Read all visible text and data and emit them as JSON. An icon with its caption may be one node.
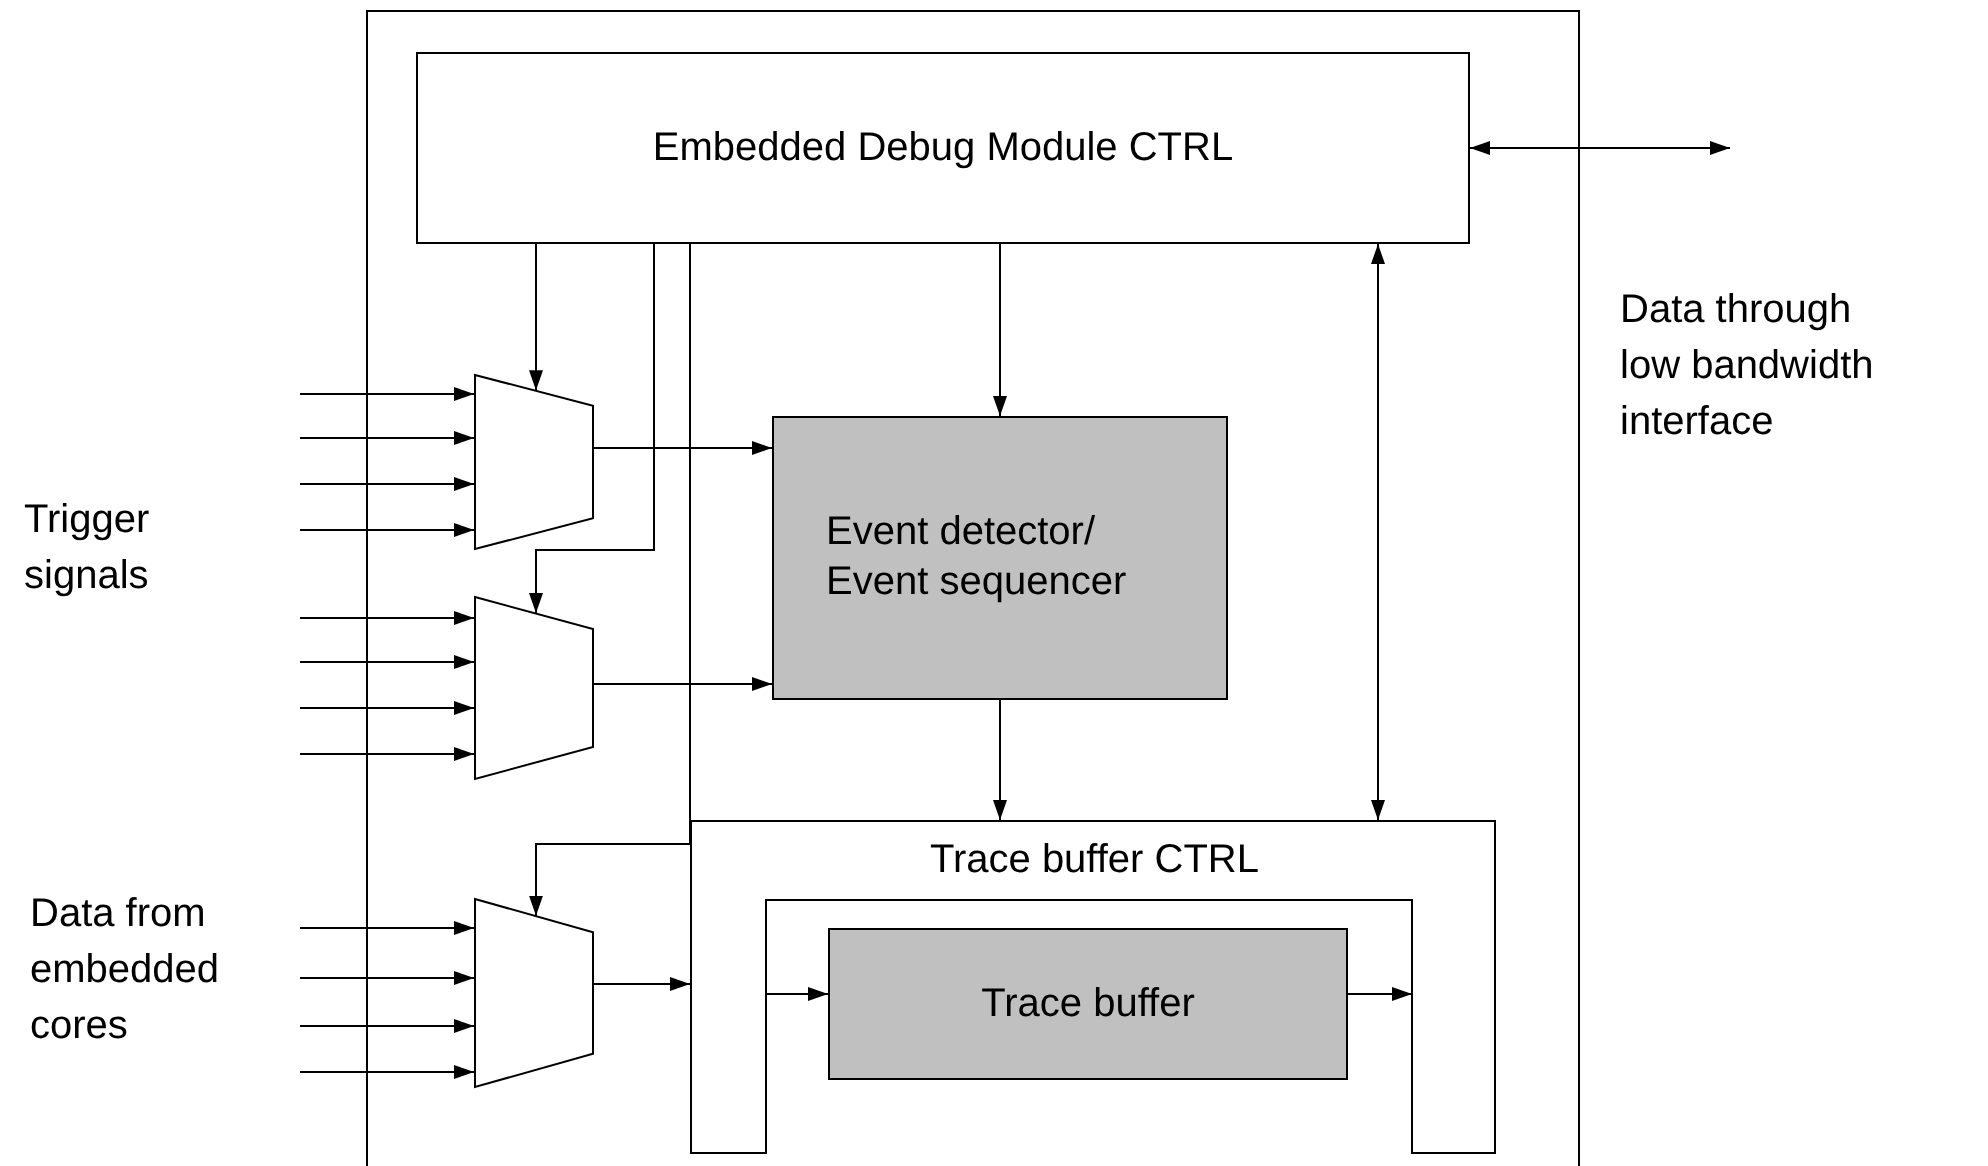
{
  "diagram": {
    "nodes": [
      {
        "text": [],
        "shape": "box"
      },
      {
        "text": [
          "Embedded Debug Module CTRL"
        ],
        "in": 0
      },
      {
        "text": [],
        "shape": "trapezoid",
        "in": 0
      },
      {
        "text": [
          "Event detector/ Event sequencer"
        ],
        "in": 0
      },
      {
        "text": [],
        "shape": "trapezoid",
        "in": 0
      },
      {
        "text": [],
        "shape": "trapezoid",
        "in": 0
      },
      {
        "text": [
          "Trace buffer CTRL"
        ],
        "in": 0
      },
      {
        "text": [
          "Trace buffer"
        ],
        "in": 6
      }
    ],
    "edges": [
      {
        "from": 1,
        "to": 2,
        "arrow": "to"
      },
      {
        "from": 1,
        "to": 4,
        "arrow": "to"
      },
      {
        "from": 1,
        "to": 5,
        "arrow": "to"
      },
      {
        "from": 1,
        "to": 3,
        "arrow": "to"
      },
      {
        "from": 1,
        "to": 6,
        "arrow": "both"
      },
      {
        "from": 1,
        "to": null,
        "arrow": "both"
      },
      {
        "from": 2,
        "to": 3,
        "arrow": "to"
      },
      {
        "from": 4,
        "to": 3,
        "arrow": "to"
      },
      {
        "from": 3,
        "to": 6,
        "arrow": "to"
      },
      {
        "from": 5,
        "to": 6,
        "arrow": "to"
      },
      {
        "from": 6,
        "to": 7,
        "arrow": "to"
      },
      {
        "from": 7,
        "to": 6,
        "arrow": "to"
      },
      {
        "from": null,
        "to": 2,
        "arrow": "to"
      },
      {
        "from": null,
        "to": 2,
        "arrow": "to"
      },
      {
        "from": null,
        "to": 2,
        "arrow": "to"
      },
      {
        "from": null,
        "to": 2,
        "arrow": "to"
      },
      {
        "from": null,
        "to": 4,
        "arrow": "to"
      },
      {
        "from": null,
        "to": 4,
        "arrow": "to"
      },
      {
        "from": null,
        "to": 4,
        "arrow": "to"
      },
      {
        "from": null,
        "to": 4,
        "arrow": "to"
      },
      {
        "from": null,
        "to": 5,
        "arrow": "to"
      },
      {
        "from": null,
        "to": 5,
        "arrow": "to"
      },
      {
        "from": null,
        "to": 5,
        "arrow": "to"
      },
      {
        "from": null,
        "to": 5,
        "arrow": "to"
      }
    ],
    "labels": [
      "Data through low bandwidth interface",
      "Trigger signals",
      "Data from embedded cores"
    ]
  }
}
